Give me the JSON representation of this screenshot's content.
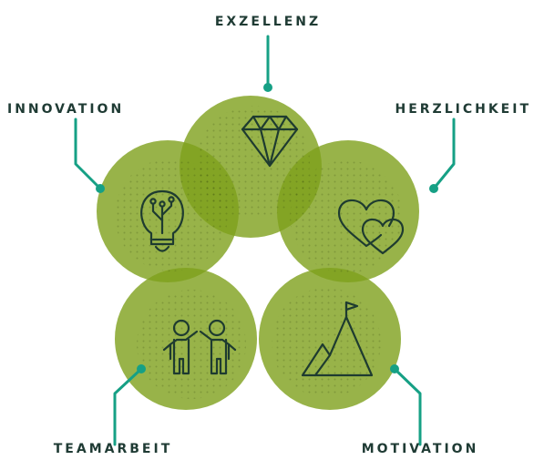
{
  "labels": {
    "top": "EXZELLENZ",
    "left": "INNOVATION",
    "right": "HERZLICHKEIT",
    "bottom_left": "TEAMARBEIT",
    "bottom_right": "MOTIVATION"
  },
  "colors": {
    "petal": "#7ea01c",
    "connector": "#16a085",
    "text": "#1f3b34",
    "icon": "#1e3b30"
  },
  "icons": {
    "top": "diamond-icon",
    "left": "lightbulb-circuit-icon",
    "right": "hearts-icon",
    "bottom_left": "two-people-icon",
    "bottom_right": "mountain-flag-icon"
  }
}
